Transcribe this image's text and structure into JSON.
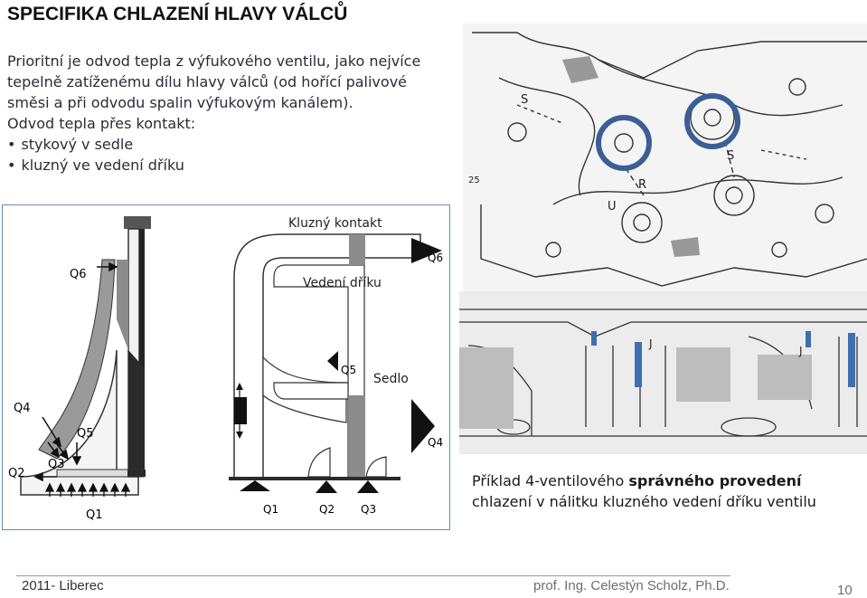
{
  "slide": {
    "title": "SPECIFIKA CHLAZENÍ HLAVY VÁLCŮ",
    "intro": {
      "line1": "Prioritní je odvod tepla z výfukového ventilu, jako nejvíce",
      "line2": "tepelně zatíženému dílu hlavy válců (od hořící palivové",
      "line3": "směsi a při odvodu spalin výfukovým kanálem).",
      "line4": "Odvod tepla přes kontakt:",
      "bullets": [
        "stykový v sedle",
        "kluzný ve vedení dříku"
      ]
    },
    "diagram": {
      "label_kluzny": "Kluzný kontakt",
      "label_vedeni": "Vedení dříku",
      "label_sedlo": "Sedlo",
      "q_labels": [
        "Q1",
        "Q2",
        "Q3",
        "Q4",
        "Q5",
        "Q6"
      ]
    },
    "cad": {
      "marks": [
        "S",
        "S",
        "R",
        "U",
        "25",
        "J",
        "J"
      ]
    },
    "caption": {
      "part1": "Příklad 4-ventilového ",
      "bold": "správného provedení",
      "part2": "chlazení v nálitku kluzného vedení dříku ventilu"
    },
    "footer": {
      "left": "2011- Liberec",
      "author": "prof. Ing. Celestýn Scholz, Ph.D.",
      "page": "10"
    }
  },
  "colors": {
    "accent_blue": "#3f6fb0",
    "ring_blue": "#3b5f95",
    "grey_fill": "#8c8c8c",
    "dark_fill": "#2a2a2a"
  },
  "icons": {
    "heat_arrow": "triangle-arrow",
    "bullet": "bullet-dot"
  }
}
